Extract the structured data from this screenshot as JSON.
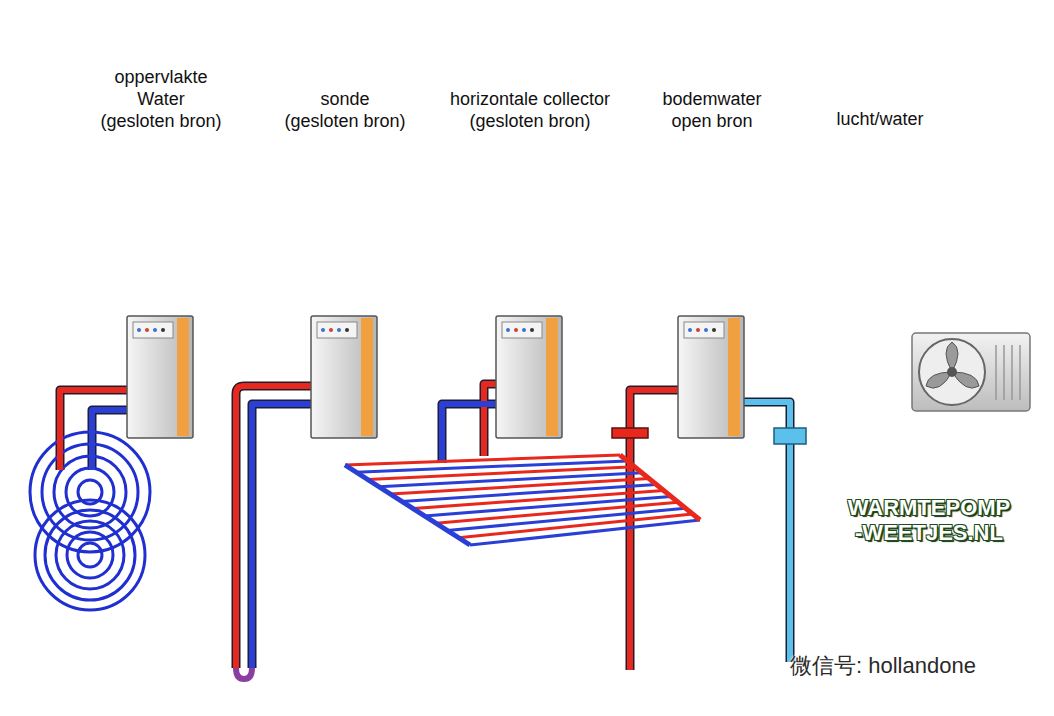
{
  "diagram": {
    "nodes": [
      {
        "text": [
          "oppervlakte Water (gesloten bron)"
        ]
      },
      {
        "text": [
          "sonde (gesloten bron)"
        ]
      },
      {
        "text": [
          "horizontale collector (gesloten bron)"
        ]
      },
      {
        "text": [
          "bodemwater open bron"
        ]
      },
      {
        "text": [
          "lucht/water"
        ]
      },
      {
        "text": [
          "WARMTEPOMP -WEETJES.NL"
        ]
      }
    ],
    "labels": [
      "微信号: hollandone"
    ]
  }
}
